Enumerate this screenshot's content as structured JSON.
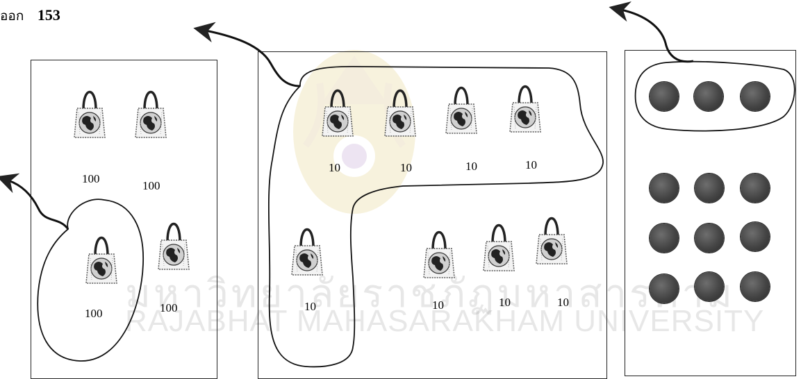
{
  "header": {
    "prefix": "ออก",
    "page_number": "153"
  },
  "watermark": {
    "thai": "มหาวิทยาลัยราชภัฏมหาสารคาม",
    "english": "RAJABHAT MAHASARAKHAM UNIVERSITY"
  },
  "panel_left": {
    "labels": [
      "100",
      "100",
      "100",
      "100"
    ]
  },
  "panel_middle": {
    "labels": [
      "10",
      "10",
      "10",
      "10",
      "10",
      "10",
      "10",
      "10"
    ]
  },
  "panel_right": {
    "counter_rows": [
      3,
      3,
      3,
      3
    ]
  },
  "icons": {
    "bag": "tote-bag-icon",
    "counter": "counter-chip-icon",
    "arrow": "curved-arrow-icon"
  },
  "colors": {
    "ink": "#222222",
    "counter": "#444444",
    "watermark": "#c8a200"
  }
}
